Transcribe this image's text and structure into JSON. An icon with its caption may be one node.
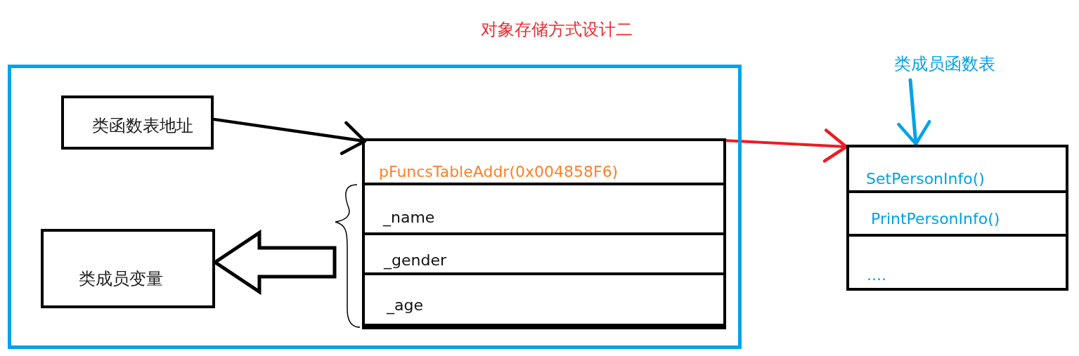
{
  "diagram": {
    "title": "对象存储方式设计二",
    "nodes": [
      {
        "text": [],
        "shape": "box"
      },
      {
        "text": [
          "类函数表地址"
        ],
        "in": 0
      },
      {
        "text": [],
        "shape": "box",
        "in": 0
      },
      {
        "text": [
          "pFuncsTableAddr(0x004858F6)"
        ],
        "in": 2
      },
      {
        "text": [
          "_name"
        ],
        "in": 2
      },
      {
        "text": [
          "_gender"
        ],
        "in": 2
      },
      {
        "text": [
          "_age"
        ],
        "in": 2
      },
      {
        "text": [],
        "shape": "brace",
        "in": 0
      },
      {
        "text": [
          "类成员变量"
        ],
        "in": 0
      },
      {
        "text": [
          "类成员函数表"
        ]
      },
      {
        "text": [],
        "shape": "box"
      },
      {
        "text": [
          "SetPersonInfo()"
        ],
        "in": 10
      },
      {
        "text": [
          "PrintPersonInfo()"
        ],
        "in": 10
      },
      {
        "text": [
          "...."
        ],
        "in": 10
      }
    ],
    "edges": [
      {
        "from": 1,
        "to": 3,
        "arrow": "to"
      },
      {
        "from": 2,
        "to": 10,
        "arrow": "to",
        "color": "#ed1c24"
      },
      {
        "from": 9,
        "to": 10,
        "arrow": "to",
        "color": "#00a2e8"
      },
      {
        "from": 7,
        "to": 8,
        "arrow": "to"
      }
    ]
  }
}
